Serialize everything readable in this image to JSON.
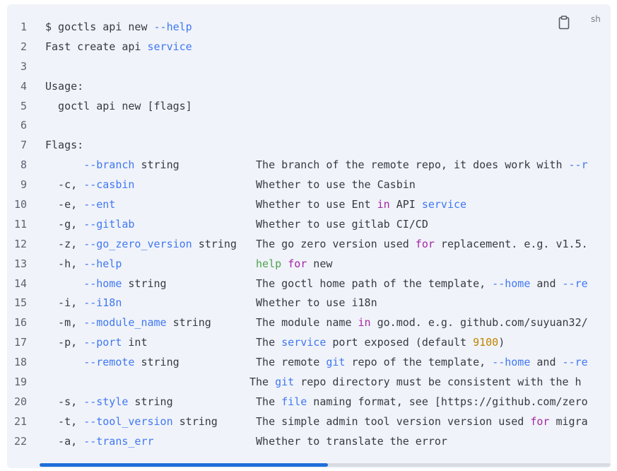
{
  "toolbar": {
    "copy_icon": "clipboard-icon",
    "language": "sh"
  },
  "code_lines": [
    [
      {
        "t": "$ goctls api new "
      },
      {
        "t": "--help",
        "c": "flag"
      }
    ],
    [
      {
        "t": "Fast create api "
      },
      {
        "t": "service",
        "c": "link"
      }
    ],
    [],
    [
      {
        "t": "Usage:"
      }
    ],
    [
      {
        "t": "  goctl api new [flags]"
      }
    ],
    [],
    [
      {
        "t": "Flags:"
      }
    ],
    [
      {
        "t": "      "
      },
      {
        "t": "--branch",
        "c": "flag"
      },
      {
        "t": " string            The branch of the remote repo, it does work with "
      },
      {
        "t": "--r",
        "c": "flag"
      }
    ],
    [
      {
        "t": "  -c, "
      },
      {
        "t": "--casbin",
        "c": "flag"
      },
      {
        "t": "                   Whether to use the Casbin"
      }
    ],
    [
      {
        "t": "  -e, "
      },
      {
        "t": "--ent",
        "c": "flag"
      },
      {
        "t": "                      Whether to use Ent "
      },
      {
        "t": "in",
        "c": "kw"
      },
      {
        "t": " API "
      },
      {
        "t": "service",
        "c": "link"
      }
    ],
    [
      {
        "t": "  -g, "
      },
      {
        "t": "--gitlab",
        "c": "flag"
      },
      {
        "t": "                   Whether to use gitlab CI/CD"
      }
    ],
    [
      {
        "t": "  -z, "
      },
      {
        "t": "--go_zero_version",
        "c": "flag"
      },
      {
        "t": " string   The go zero version used "
      },
      {
        "t": "for",
        "c": "kw"
      },
      {
        "t": " replacement. e.g. v1.5."
      }
    ],
    [
      {
        "t": "  -h, "
      },
      {
        "t": "--help",
        "c": "flag"
      },
      {
        "t": "                     "
      },
      {
        "t": "help",
        "c": "fn"
      },
      {
        "t": " "
      },
      {
        "t": "for",
        "c": "kw"
      },
      {
        "t": " new"
      }
    ],
    [
      {
        "t": "      "
      },
      {
        "t": "--home",
        "c": "flag"
      },
      {
        "t": " string              The goctl home path of the template, "
      },
      {
        "t": "--home",
        "c": "flag"
      },
      {
        "t": " and "
      },
      {
        "t": "--re",
        "c": "flag"
      }
    ],
    [
      {
        "t": "  -i, "
      },
      {
        "t": "--i18n",
        "c": "flag"
      },
      {
        "t": "                     Whether to use i18n"
      }
    ],
    [
      {
        "t": "  -m, "
      },
      {
        "t": "--module_name",
        "c": "flag"
      },
      {
        "t": " string       The module name "
      },
      {
        "t": "in",
        "c": "kw"
      },
      {
        "t": " go.mod. e.g. github.com/suyuan32/"
      }
    ],
    [
      {
        "t": "  -p, "
      },
      {
        "t": "--port",
        "c": "flag"
      },
      {
        "t": " int                 The "
      },
      {
        "t": "service",
        "c": "link"
      },
      {
        "t": " port exposed (default "
      },
      {
        "t": "9100",
        "c": "num"
      },
      {
        "t": ")"
      }
    ],
    [
      {
        "t": "      "
      },
      {
        "t": "--remote",
        "c": "flag"
      },
      {
        "t": " string            The remote "
      },
      {
        "t": "git",
        "c": "link"
      },
      {
        "t": " repo of the template, "
      },
      {
        "t": "--home",
        "c": "flag"
      },
      {
        "t": " and "
      },
      {
        "t": "--re",
        "c": "flag"
      }
    ],
    [
      {
        "t": "                                The "
      },
      {
        "t": "git",
        "c": "link"
      },
      {
        "t": " repo directory must be consistent with the h"
      }
    ],
    [
      {
        "t": "  -s, "
      },
      {
        "t": "--style",
        "c": "flag"
      },
      {
        "t": " string             The "
      },
      {
        "t": "file",
        "c": "link"
      },
      {
        "t": " naming format, see [https://github.com/zero"
      }
    ],
    [
      {
        "t": "  -t, "
      },
      {
        "t": "--tool_version",
        "c": "flag"
      },
      {
        "t": " string      The simple admin tool version version used "
      },
      {
        "t": "for",
        "c": "kw"
      },
      {
        "t": " migra"
      }
    ],
    [
      {
        "t": "  -a, "
      },
      {
        "t": "--trans_err",
        "c": "flag"
      },
      {
        "t": "                Whether to translate the error"
      }
    ]
  ],
  "scrollbar": {
    "position_fraction": 0.0,
    "visible_fraction": 0.505
  },
  "colors": {
    "background": "#f0f3f9",
    "flag": "#4078f2",
    "keyword": "#a626a4",
    "builtin": "#50a14f",
    "number": "#c18401",
    "scroll_thumb": "#1e6fd9"
  }
}
